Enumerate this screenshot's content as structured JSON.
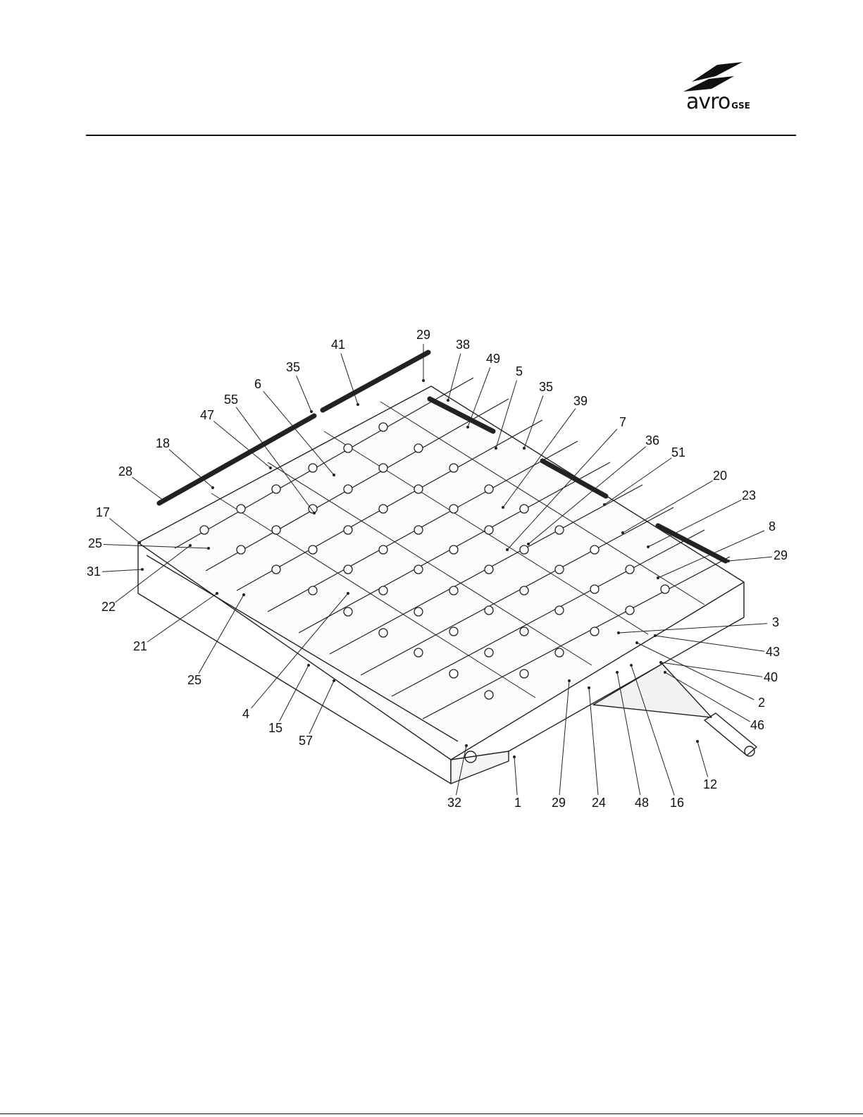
{
  "header": {
    "logo": {
      "text": "avro",
      "subtext": "GSE",
      "icon": "avro-wing-logo"
    }
  },
  "diagram": {
    "subject": "exploded-view-roller-deck-dolly",
    "callouts": [
      "29",
      "41",
      "38",
      "49",
      "35",
      "5",
      "35",
      "39",
      "6",
      "55",
      "7",
      "47",
      "36",
      "18",
      "51",
      "28",
      "20",
      "23",
      "17",
      "8",
      "25",
      "29",
      "31",
      "22",
      "3",
      "43",
      "21",
      "40",
      "2",
      "25",
      "46",
      "4",
      "15",
      "12",
      "57",
      "32",
      "1",
      "29",
      "24",
      "48",
      "16"
    ]
  }
}
